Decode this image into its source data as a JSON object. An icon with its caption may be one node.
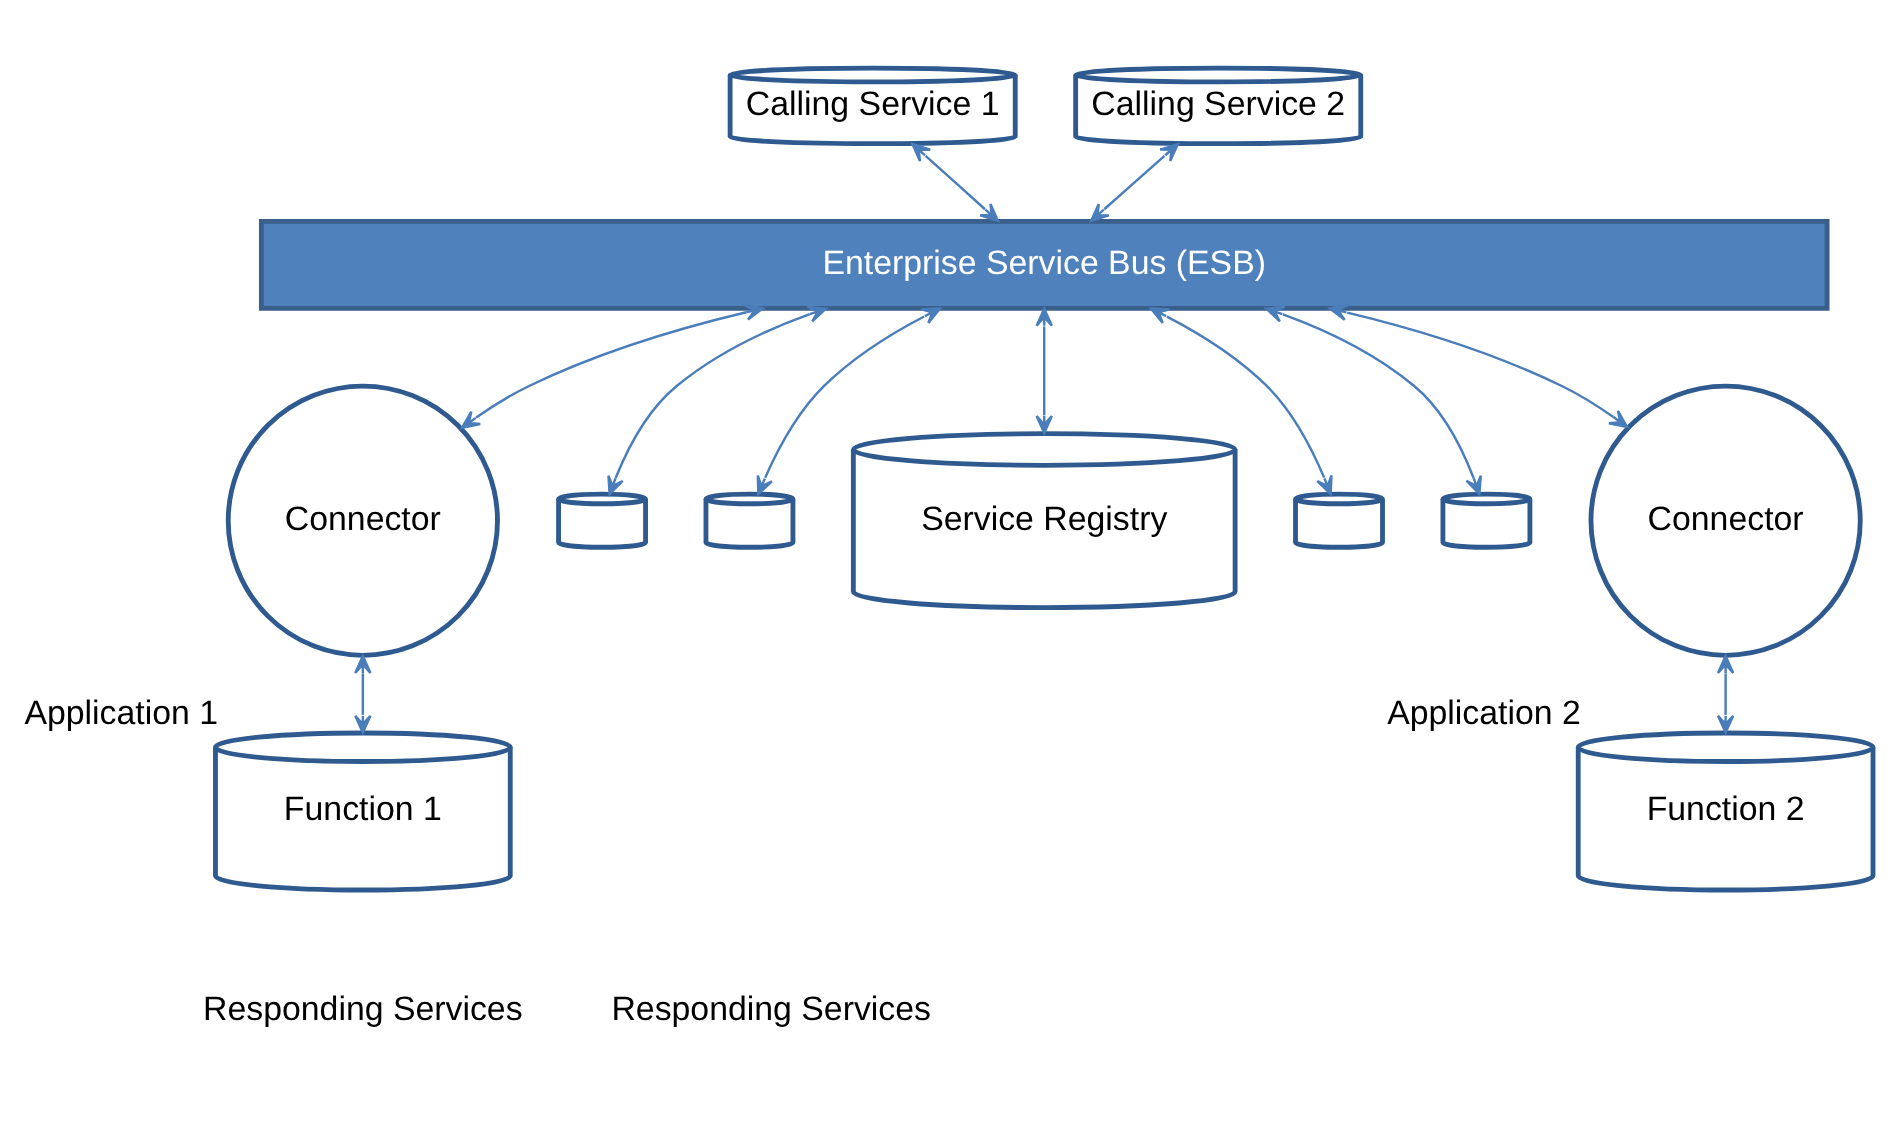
{
  "diagram": {
    "nodes": [
      {
        "text": [
          "Calling Service 1"
        ]
      },
      {
        "text": [
          "Calling Service 2"
        ]
      },
      {
        "text": [
          "Enterprise Service Bus (ESB)"
        ]
      },
      {
        "text": [
          "Connector"
        ]
      },
      {
        "text": [
          "Function 1"
        ],
        "beside": [
          "Application 1"
        ]
      },
      {
        "text": [],
        "shape": "cylinder"
      },
      {
        "text": [],
        "shape": "cylinder"
      },
      {
        "text": [
          "Service Registry"
        ]
      },
      {
        "text": [],
        "shape": "cylinder"
      },
      {
        "text": [],
        "shape": "cylinder"
      },
      {
        "text": [
          "Connector"
        ]
      },
      {
        "text": [
          "Function 2"
        ],
        "beside": [
          "Application 2"
        ]
      }
    ],
    "edges": [
      {
        "from": 0,
        "to": 2,
        "arrow": "both"
      },
      {
        "from": 1,
        "to": 2,
        "arrow": "both"
      },
      {
        "from": 2,
        "to": 3,
        "arrow": "both"
      },
      {
        "from": 3,
        "to": 4,
        "arrow": "both"
      },
      {
        "from": 2,
        "to": 5,
        "arrow": "both"
      },
      {
        "from": 2,
        "to": 6,
        "arrow": "both"
      },
      {
        "from": 2,
        "to": 7,
        "arrow": "both"
      },
      {
        "from": 2,
        "to": 8,
        "arrow": "both"
      },
      {
        "from": 2,
        "to": 9,
        "arrow": "both"
      },
      {
        "from": 2,
        "to": 10,
        "arrow": "both"
      },
      {
        "from": 10,
        "to": 11,
        "arrow": "both"
      }
    ],
    "labels": [
      "Responding Services",
      "Responding Services"
    ]
  }
}
